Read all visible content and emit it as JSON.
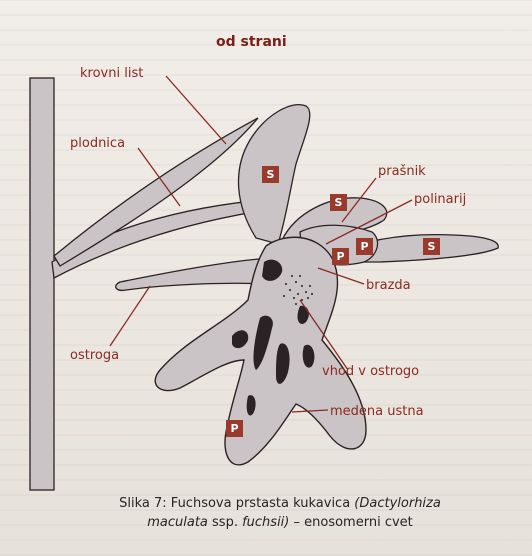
{
  "title": "od strani",
  "labels": {
    "krovni_list": "krovni list",
    "plodnica": "plodnica",
    "prasnik": "prašnik",
    "polinarij": "polinarij",
    "brazda": "brazda",
    "ostroga": "ostroga",
    "vhod_v_ostrogo": "vhod v ostrogo",
    "medena_ustna": "medena ustna"
  },
  "badges": {
    "sepal": "S",
    "petal": "P"
  },
  "caption": {
    "prefix": "Slika 7: Fuchsova prstasta kukavica ",
    "genus": "(Dactylorhiza",
    "species": "maculata",
    "middle": " ssp. ",
    "subspecies": "fuchsii)",
    "suffix": " – enosomerni cvet"
  },
  "colors": {
    "label": "#8a2a22",
    "badge": "#9a3a2c",
    "petal_fill": "#cbc4c6",
    "outline": "#2a2224"
  }
}
